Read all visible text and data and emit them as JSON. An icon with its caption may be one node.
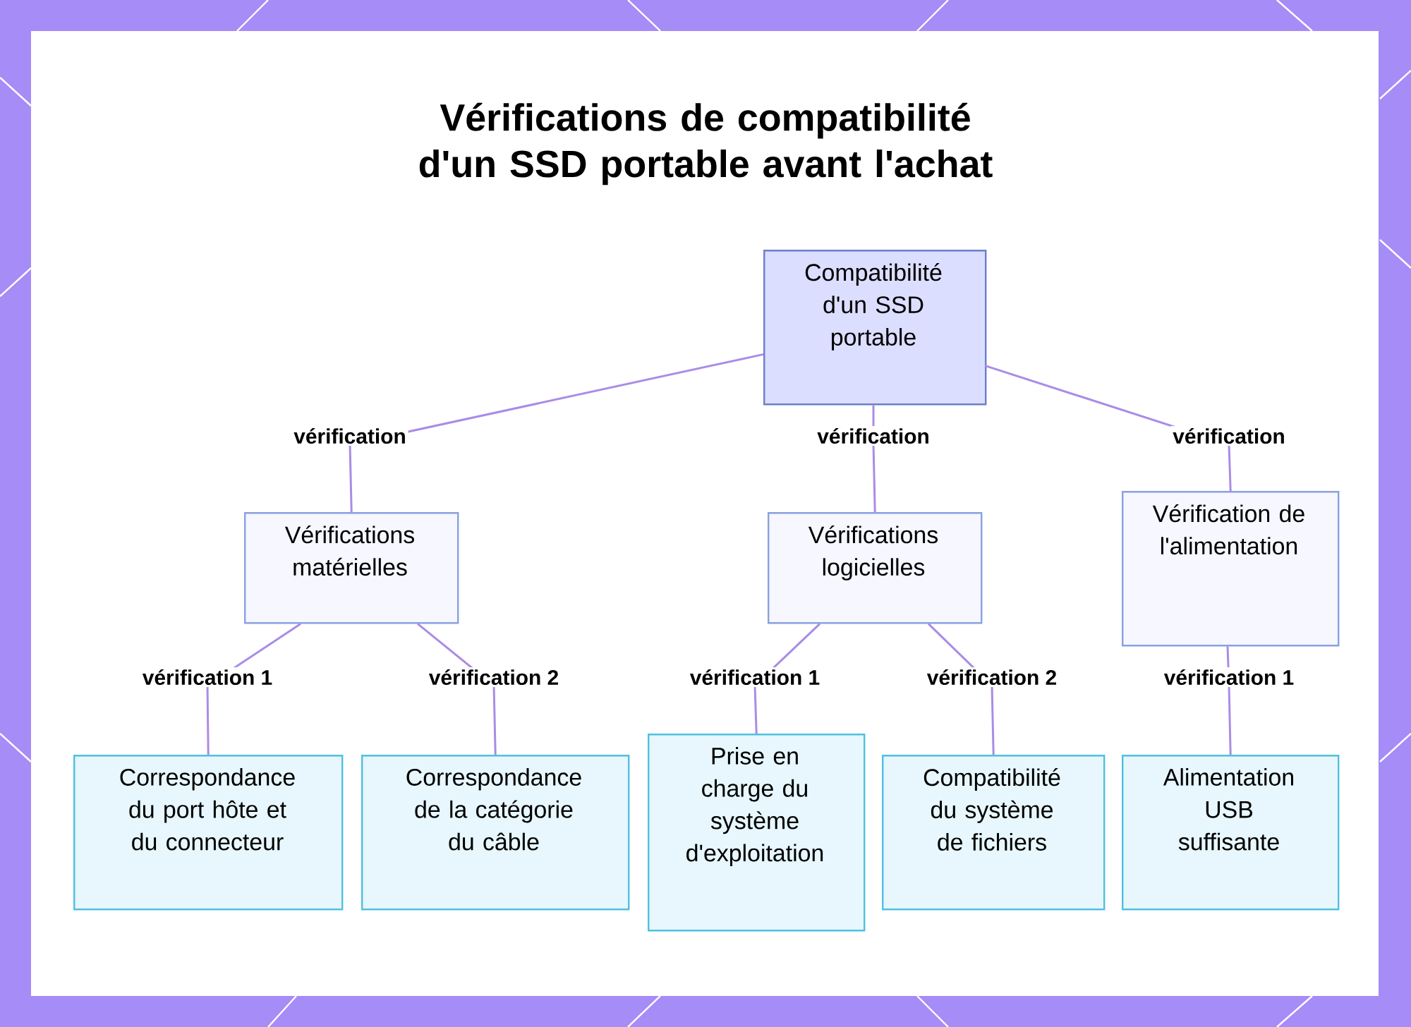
{
  "diagram": {
    "title": "Vérifications de compatibilité d'un SSD portable avant l'achat",
    "nodes": [
      {
        "text": [
          "Compatibilité d'un SSD portable"
        ]
      },
      {
        "text": [
          "Vérifications matérielles"
        ]
      },
      {
        "text": [
          "Vérifications logicielles"
        ]
      },
      {
        "text": [
          "Vérification de l'alimentation"
        ]
      },
      {
        "text": [
          "Correspondance du port hôte et du connecteur"
        ]
      },
      {
        "text": [
          "Correspondance de la catégorie du câble"
        ]
      },
      {
        "text": [
          "Prise en charge du système d'exploitation"
        ]
      },
      {
        "text": [
          "Compatibilité du système de fichiers"
        ]
      },
      {
        "text": [
          "Alimentation USB suffisante"
        ]
      }
    ],
    "edges": [
      {
        "from": 0,
        "to": 1,
        "arrow": "none",
        "label": "vérification"
      },
      {
        "from": 0,
        "to": 2,
        "arrow": "none",
        "label": "vérification"
      },
      {
        "from": 0,
        "to": 3,
        "arrow": "none",
        "label": "vérification"
      },
      {
        "from": 1,
        "to": 4,
        "arrow": "none",
        "label": "vérification 1"
      },
      {
        "from": 1,
        "to": 5,
        "arrow": "none",
        "label": "vérification 2"
      },
      {
        "from": 2,
        "to": 6,
        "arrow": "none",
        "label": "vérification 1"
      },
      {
        "from": 2,
        "to": 7,
        "arrow": "none",
        "label": "vérification 2"
      },
      {
        "from": 3,
        "to": 8,
        "arrow": "none",
        "label": "vérification 1"
      }
    ]
  }
}
